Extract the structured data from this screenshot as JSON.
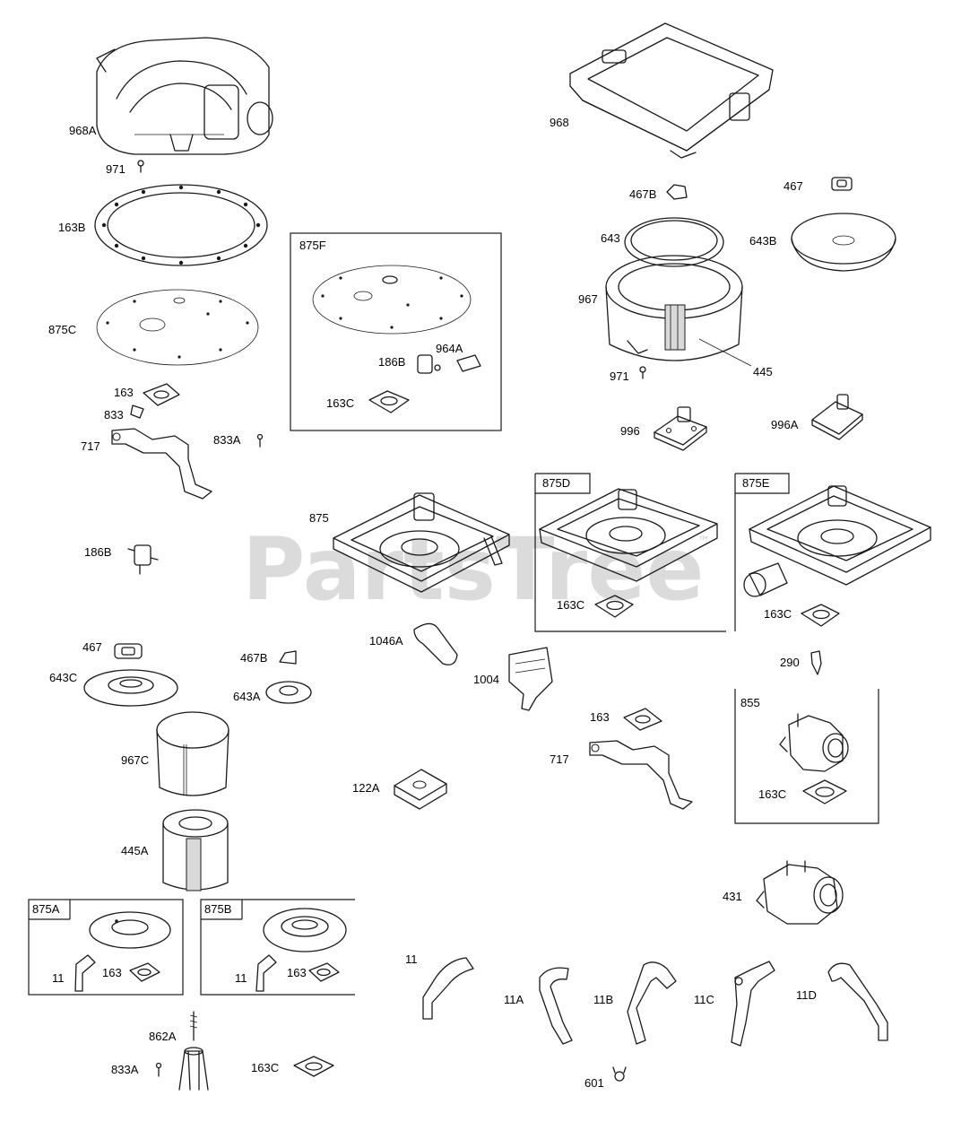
{
  "watermark": {
    "text": "PartsTree",
    "tm": "™"
  },
  "groups": {
    "g875F": "875F",
    "g875D": "875D",
    "g875E": "875E",
    "g875A": "875A",
    "g875B": "875B"
  },
  "labels": {
    "l968A": "968A",
    "l971a": "971",
    "l163B": "163B",
    "l875C": "875C",
    "l163a": "163",
    "l833": "833",
    "l717a": "717",
    "l833Aa": "833A",
    "l186Ba": "186B",
    "l186Bb": "186B",
    "l964A": "964A",
    "l163Ca": "163C",
    "l968": "968",
    "l467Ba": "467B",
    "l467a": "467",
    "l643": "643",
    "l643B": "643B",
    "l967": "967",
    "l971b": "971",
    "l445": "445",
    "l996": "996",
    "l996A": "996A",
    "l875": "875",
    "l163Cb": "163C",
    "l163Cc": "163C",
    "l1046A": "1046A",
    "l1004": "1004",
    "l290": "290",
    "l467b": "467",
    "l643C": "643C",
    "l467Bb": "467B",
    "l643A": "643A",
    "l967C": "967C",
    "l445A": "445A",
    "l122A": "122A",
    "l163b": "163",
    "l717b": "717",
    "l855": "855",
    "l163Cd": "163C",
    "l431": "431",
    "l11a": "11",
    "l163c": "163",
    "l11b": "11",
    "l163d": "163",
    "l11c": "11",
    "l11A": "11A",
    "l11B": "11B",
    "l11C": "11C",
    "l11D": "11D",
    "l862A": "862A",
    "l833Ab": "833A",
    "l163Ce": "163C",
    "l601": "601"
  }
}
